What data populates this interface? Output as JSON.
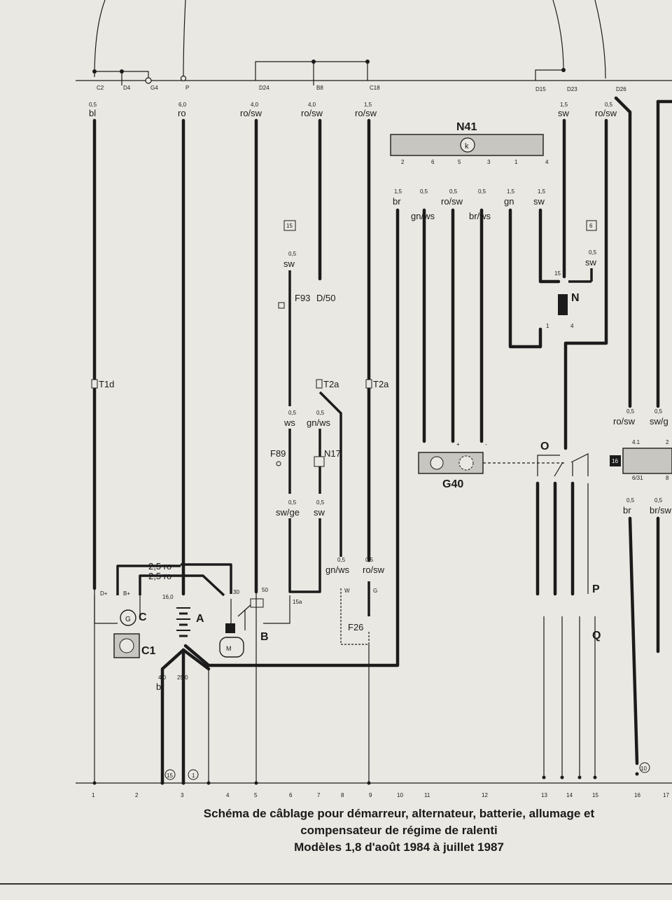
{
  "caption": {
    "line1": "Schéma de câblage pour démarreur, alternateur, batterie, allumage et",
    "line2": "compensateur de régime de ralenti",
    "line3": "Modèles 1,8 d'août 1984 à juillet 1987"
  },
  "top_terminals": [
    "C2",
    "D4",
    "G4",
    "P",
    "D24",
    "B8",
    "C18",
    "D15",
    "D23",
    "D26"
  ],
  "top_wires": [
    {
      "size": "0,5",
      "color": "bl"
    },
    {
      "size": "6,0",
      "color": "ro"
    },
    {
      "size": "4,0",
      "color": "ro/sw"
    },
    {
      "size": "4,0",
      "color": "ro/sw"
    },
    {
      "size": "1,5",
      "color": "ro/sw"
    },
    {
      "size": "1,5",
      "color": "sw"
    },
    {
      "size": "0,5",
      "color": "ro/sw"
    }
  ],
  "n41": {
    "label": "N41",
    "pins": [
      "2",
      "6",
      "5",
      "3",
      "1",
      "4"
    ],
    "wires": [
      {
        "size": "1,5",
        "color": "br"
      },
      {
        "size": "0,5",
        "color": "gn/ws"
      },
      {
        "size": "0,5",
        "color": "ro/sw"
      },
      {
        "size": "0,5",
        "color": "br/ws"
      },
      {
        "size": "1,5",
        "color": "gn"
      },
      {
        "size": "1,5",
        "color": "sw"
      }
    ]
  },
  "box_15": "15",
  "box_6": "6",
  "box_16": "16",
  "components": {
    "F93": "F93",
    "D50": "D/50",
    "T1d": "T1d",
    "T2a": "T2a",
    "T2a_b": "T2a",
    "F89": "F89",
    "N17": "N17",
    "G40": "G40",
    "N": "N",
    "O": "O",
    "P": "P",
    "Q": "Q",
    "A": "A",
    "B": "B",
    "C": "C",
    "C1": "C1",
    "F26": "F26"
  },
  "mid_wires": {
    "sw_15": {
      "size": "0,5",
      "color": "sw"
    },
    "sw_6": {
      "size": "0,5",
      "color": "sw"
    },
    "ws": {
      "size": "0,5",
      "color": "ws"
    },
    "gnws": {
      "size": "0,5",
      "color": "gn/ws"
    },
    "swge": {
      "size": "0,5",
      "color": "sw/ge"
    },
    "sw2": {
      "size": "0,5",
      "color": "sw"
    },
    "gnws2": {
      "size": "0,5",
      "color": "gn/ws"
    },
    "rosw2": {
      "size": "0,5",
      "color": "ro/sw"
    },
    "right_rosw": {
      "size": "0,5",
      "color": "ro/sw"
    },
    "right_swge": {
      "size": "0,5",
      "color": "sw/g"
    },
    "right_br": {
      "size": "0,5",
      "color": "br"
    },
    "right_brsw": {
      "size": "0,5",
      "color": "br/sw"
    },
    "bat_ro1": "2,5 ro",
    "bat_ro2": "2,5 ro",
    "bottom_br": {
      "size": "4,0",
      "color": "br"
    },
    "bottom_25": "25,0"
  },
  "pin_labels": {
    "dplus": "D+",
    "bplus": "B+",
    "b30": "30",
    "b50": "50",
    "b160": "16,0",
    "b15a": "15a",
    "n_15": "15",
    "n_1": "1",
    "n_4": "4",
    "t41": "4.1",
    "t2": "2",
    "t631": "6/31",
    "t8": "8",
    "g40_plus": "+",
    "g40_minus": "-",
    "f26_w": "W",
    "f26_g": "G"
  },
  "ground_refs": [
    "15",
    "1",
    "10"
  ],
  "bottom_numbers": [
    "1",
    "2",
    "3",
    "4",
    "5",
    "6",
    "7",
    "8",
    "9",
    "10",
    "11",
    "12",
    "13",
    "14",
    "15",
    "16",
    "17"
  ],
  "colors": {
    "paper": "#e9e8e2",
    "ink": "#1b1b1b",
    "component_fill": "#c8c6c1"
  }
}
